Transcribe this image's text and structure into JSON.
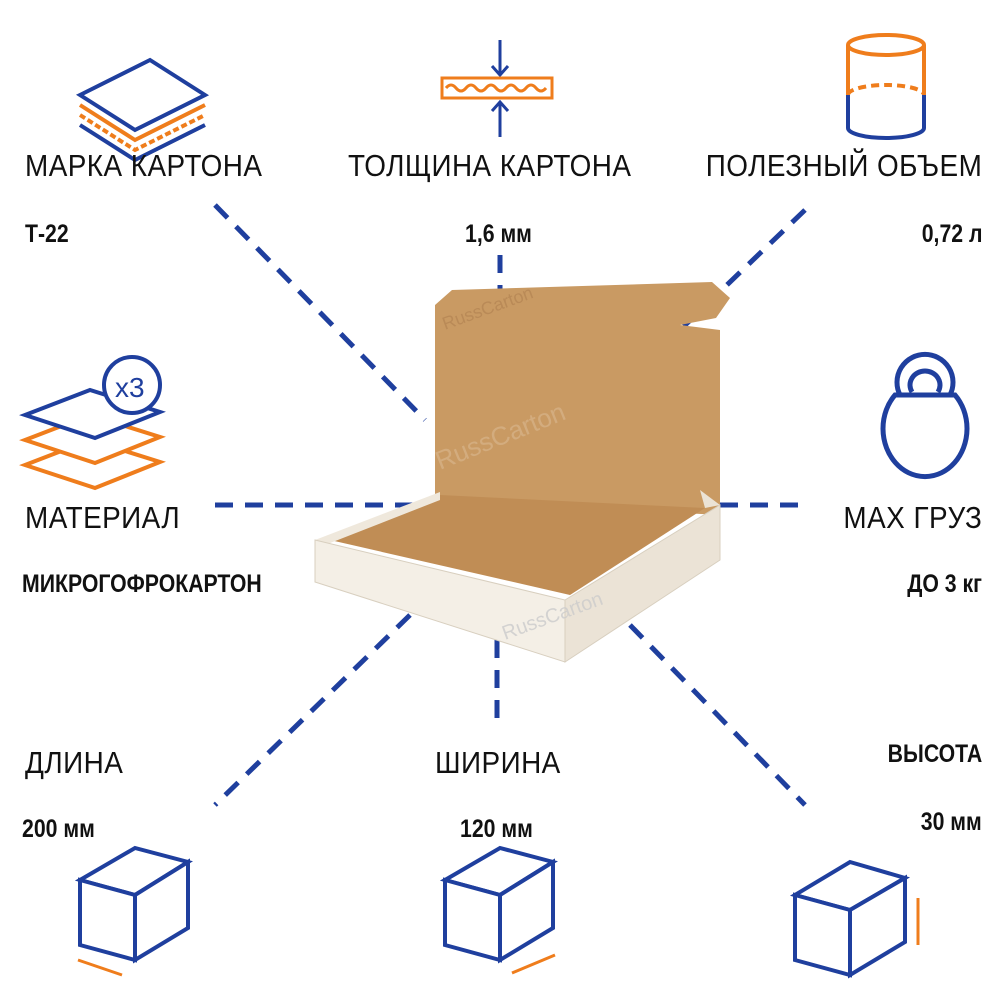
{
  "colors": {
    "blue": "#1f3f9e",
    "orange": "#ef7d1c",
    "kraft": "#c99a63",
    "white_board": "#f4efe6"
  },
  "watermark": "RussCarton",
  "specs": {
    "grade": {
      "label": "МАРКА КАРТОНА",
      "value": "Т-22",
      "icon": "corrugated-layers-icon"
    },
    "thickness": {
      "label": "ТОЛЩИНА КАРТОНА",
      "value": "1,6 мм",
      "icon": "thickness-arrows-icon"
    },
    "volume": {
      "label": "ПОЛЕЗНЫЙ ОБЪЕМ",
      "value": "0,72 л",
      "icon": "cylinder-icon"
    },
    "material": {
      "label": "МАТЕРИАЛ",
      "value": "МИКРОГОФРОКАРТОН",
      "badge": "x3",
      "icon": "stacked-sheets-icon"
    },
    "max_load": {
      "label": "МАХ ГРУЗ",
      "value": "ДО 3 кг",
      "icon": "kettlebell-icon"
    },
    "length": {
      "label": "ДЛИНА",
      "value": "200 мм",
      "icon": "cube-length-icon"
    },
    "width": {
      "label": "ШИРИНА",
      "value": "120 мм",
      "icon": "cube-width-icon"
    },
    "height": {
      "label": "ВЫСОТА",
      "value": "30 мм",
      "icon": "cube-height-icon"
    }
  }
}
